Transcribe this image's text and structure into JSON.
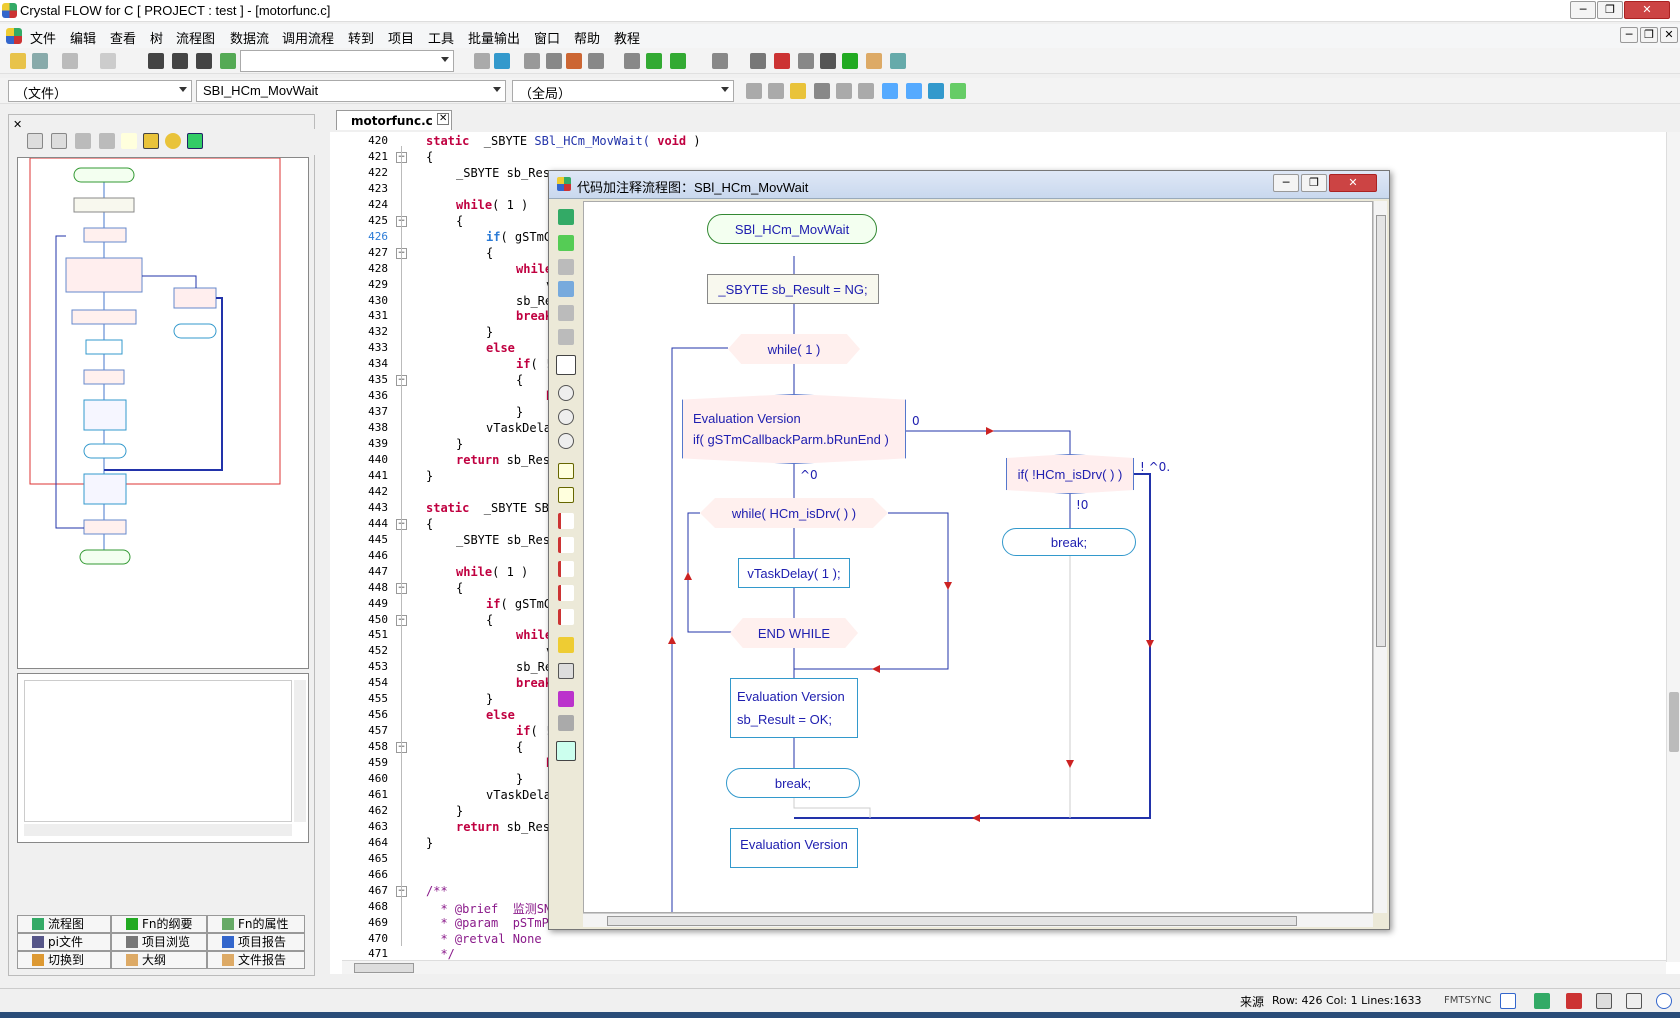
{
  "window": {
    "title": "Crystal FLOW for C    [ PROJECT : test ] - [motorfunc.c]",
    "controls": [
      "─",
      "❐",
      "✕"
    ]
  },
  "menubar": [
    "文件",
    "编辑",
    "查看",
    "树",
    "流程图",
    "数据流",
    "调用流程",
    "转到",
    "项目",
    "工具",
    "批量输出",
    "窗口",
    "帮助",
    "教程"
  ],
  "nav": {
    "file_combo": "（文件）",
    "func_combo": "SBI_HCm_MovWait",
    "scope_combo": "（全局）"
  },
  "editor_tab": "motorfunc.c",
  "code_lines": [
    {
      "n": "420",
      "fold": "",
      "indent": 0,
      "parts": [
        [
          "kw",
          "static"
        ],
        [
          "t",
          "  _SBYTE "
        ],
        [
          "fn",
          "SBl_HCm_MovWait("
        ],
        [
          "t",
          " "
        ],
        [
          "kw",
          "void"
        ],
        [
          "t",
          " )"
        ]
      ]
    },
    {
      "n": "421",
      "fold": "−",
      "indent": 0,
      "parts": [
        [
          "t",
          "{"
        ]
      ]
    },
    {
      "n": "422",
      "fold": "",
      "indent": 1,
      "parts": [
        [
          "t",
          "_SBYTE sb_Resu"
        ]
      ]
    },
    {
      "n": "423",
      "fold": "",
      "indent": 0,
      "parts": []
    },
    {
      "n": "424",
      "fold": "",
      "indent": 1,
      "parts": [
        [
          "kw",
          "while"
        ],
        [
          "t",
          "( 1 )"
        ]
      ]
    },
    {
      "n": "425",
      "fold": "−",
      "indent": 1,
      "parts": [
        [
          "t",
          "{"
        ]
      ]
    },
    {
      "n": "426",
      "fold": "",
      "indent": 2,
      "hl": true,
      "parts": [
        [
          "kw",
          "if"
        ],
        [
          "t",
          "( gSTmCa"
        ]
      ]
    },
    {
      "n": "427",
      "fold": "−",
      "indent": 2,
      "parts": [
        [
          "t",
          "{"
        ]
      ]
    },
    {
      "n": "428",
      "fold": "",
      "indent": 3,
      "parts": [
        [
          "kw",
          "while"
        ],
        [
          "t",
          "("
        ]
      ]
    },
    {
      "n": "429",
      "fold": "",
      "indent": 4,
      "parts": [
        [
          "t",
          "v"
        ]
      ]
    },
    {
      "n": "430",
      "fold": "",
      "indent": 3,
      "parts": [
        [
          "t",
          "sb_Resu"
        ]
      ]
    },
    {
      "n": "431",
      "fold": "",
      "indent": 3,
      "parts": [
        [
          "kw",
          "break"
        ],
        [
          "t",
          ";"
        ]
      ]
    },
    {
      "n": "432",
      "fold": "",
      "indent": 2,
      "parts": [
        [
          "t",
          "}"
        ]
      ]
    },
    {
      "n": "433",
      "fold": "",
      "indent": 2,
      "parts": [
        [
          "kw",
          "else"
        ]
      ]
    },
    {
      "n": "434",
      "fold": "",
      "indent": 3,
      "parts": [
        [
          "kw",
          "if"
        ],
        [
          "t",
          "( !H"
        ]
      ]
    },
    {
      "n": "435",
      "fold": "−",
      "indent": 3,
      "parts": [
        [
          "t",
          "{"
        ]
      ]
    },
    {
      "n": "436",
      "fold": "",
      "indent": 4,
      "parts": [
        [
          "kw",
          "bre"
        ]
      ]
    },
    {
      "n": "437",
      "fold": "",
      "indent": 3,
      "parts": [
        [
          "t",
          "}"
        ]
      ]
    },
    {
      "n": "438",
      "fold": "",
      "indent": 2,
      "parts": [
        [
          "t",
          "vTaskDelay"
        ]
      ]
    },
    {
      "n": "439",
      "fold": "",
      "indent": 1,
      "parts": [
        [
          "t",
          "}"
        ]
      ]
    },
    {
      "n": "440",
      "fold": "",
      "indent": 1,
      "parts": [
        [
          "kw",
          "return"
        ],
        [
          "t",
          " sb_Resu"
        ]
      ]
    },
    {
      "n": "441",
      "fold": "",
      "indent": 0,
      "parts": [
        [
          "t",
          "}"
        ]
      ]
    },
    {
      "n": "442",
      "fold": "",
      "indent": 0,
      "parts": []
    },
    {
      "n": "443",
      "fold": "",
      "indent": 0,
      "parts": [
        [
          "kw",
          "static"
        ],
        [
          "t",
          "  _SBYTE SB"
        ]
      ]
    },
    {
      "n": "444",
      "fold": "−",
      "indent": 0,
      "parts": [
        [
          "t",
          "{"
        ]
      ]
    },
    {
      "n": "445",
      "fold": "",
      "indent": 1,
      "parts": [
        [
          "t",
          "_SBYTE sb_Resu"
        ]
      ]
    },
    {
      "n": "446",
      "fold": "",
      "indent": 0,
      "parts": []
    },
    {
      "n": "447",
      "fold": "",
      "indent": 1,
      "parts": [
        [
          "kw",
          "while"
        ],
        [
          "t",
          "( 1 )"
        ]
      ]
    },
    {
      "n": "448",
      "fold": "−",
      "indent": 1,
      "parts": [
        [
          "t",
          "{"
        ]
      ]
    },
    {
      "n": "449",
      "fold": "",
      "indent": 2,
      "parts": [
        [
          "kw",
          "if"
        ],
        [
          "t",
          "( gSTmCa"
        ]
      ]
    },
    {
      "n": "450",
      "fold": "−",
      "indent": 2,
      "parts": [
        [
          "t",
          "{"
        ]
      ]
    },
    {
      "n": "451",
      "fold": "",
      "indent": 3,
      "parts": [
        [
          "kw",
          "while"
        ],
        [
          "t",
          "("
        ]
      ]
    },
    {
      "n": "452",
      "fold": "",
      "indent": 4,
      "parts": [
        [
          "t",
          "v"
        ]
      ]
    },
    {
      "n": "453",
      "fold": "",
      "indent": 3,
      "parts": [
        [
          "t",
          "sb_Res"
        ]
      ]
    },
    {
      "n": "454",
      "fold": "",
      "indent": 3,
      "parts": [
        [
          "kw",
          "break"
        ],
        [
          "t",
          ";"
        ]
      ]
    },
    {
      "n": "455",
      "fold": "",
      "indent": 2,
      "parts": [
        [
          "t",
          "}"
        ]
      ]
    },
    {
      "n": "456",
      "fold": "",
      "indent": 2,
      "parts": [
        [
          "kw",
          "else"
        ]
      ]
    },
    {
      "n": "457",
      "fold": "",
      "indent": 3,
      "parts": [
        [
          "kw",
          "if"
        ],
        [
          "t",
          "( !F"
        ]
      ]
    },
    {
      "n": "458",
      "fold": "−",
      "indent": 3,
      "parts": [
        [
          "t",
          "{"
        ]
      ]
    },
    {
      "n": "459",
      "fold": "",
      "indent": 4,
      "parts": [
        [
          "kw",
          "br"
        ]
      ]
    },
    {
      "n": "460",
      "fold": "",
      "indent": 3,
      "parts": [
        [
          "t",
          "}"
        ]
      ]
    },
    {
      "n": "461",
      "fold": "",
      "indent": 2,
      "parts": [
        [
          "t",
          "vTaskDelay"
        ]
      ]
    },
    {
      "n": "462",
      "fold": "",
      "indent": 1,
      "parts": [
        [
          "t",
          "}"
        ]
      ]
    },
    {
      "n": "463",
      "fold": "",
      "indent": 1,
      "parts": [
        [
          "kw",
          "return"
        ],
        [
          "t",
          " sb_Resu"
        ]
      ]
    },
    {
      "n": "464",
      "fold": "",
      "indent": 0,
      "parts": [
        [
          "t",
          "}"
        ]
      ]
    },
    {
      "n": "465",
      "fold": "",
      "indent": 0,
      "parts": []
    },
    {
      "n": "466",
      "fold": "",
      "indent": 0,
      "parts": []
    },
    {
      "n": "467",
      "fold": "−",
      "indent": 0,
      "parts": [
        [
          "cm",
          "/**"
        ]
      ]
    },
    {
      "n": "468",
      "fold": "",
      "indent": 0,
      "parts": [
        [
          "cm",
          "  * @brief  监测SN"
        ]
      ]
    },
    {
      "n": "469",
      "fold": "",
      "indent": 0,
      "parts": [
        [
          "cm",
          "  * @param  pSTmPa"
        ]
      ]
    },
    {
      "n": "470",
      "fold": "",
      "indent": 0,
      "parts": [
        [
          "cm",
          "  * @retval None"
        ]
      ]
    },
    {
      "n": "471",
      "fold": "",
      "indent": 0,
      "parts": [
        [
          "cm",
          "  */"
        ]
      ]
    }
  ],
  "popup": {
    "title": "代码加注释流程图：SBl_HCm_MovWait",
    "nodes": {
      "start": "SBl_HCm_MovWait",
      "decl": "_SBYTE sb_Result = NG;",
      "while1": "while( 1 )",
      "eval1_l1": "Evaluation Version",
      "eval1_l2": "if( gSTmCallbackParm.bRunEnd )",
      "if2": "if( !HCm_isDrv( ) )",
      "while2": "while( HCm_isDrv( ) )",
      "delay": "vTaskDelay( 1 );",
      "endwhile": "END WHILE",
      "eval2_l1": "Evaluation Version",
      "eval2_l2": "sb_Result = OK;",
      "break1": "break;",
      "break2": "break;",
      "eval3": "Evaluation Version"
    },
    "labels": {
      "zero": "0",
      "not_zero": "^0",
      "not_zero2": "! ^0.",
      "bang_zero": "!0"
    }
  },
  "left_tabs": [
    [
      "流程图",
      "Fn的纲要",
      "Fn的属性"
    ],
    [
      "pi文件",
      "项目浏览",
      "项目报告"
    ],
    [
      "切换到",
      "大纲",
      "文件报告"
    ]
  ],
  "status": {
    "source": "来源",
    "pos": "Row: 426 Col:  1 Lines:1633",
    "fmt": "FMTSYNC"
  }
}
